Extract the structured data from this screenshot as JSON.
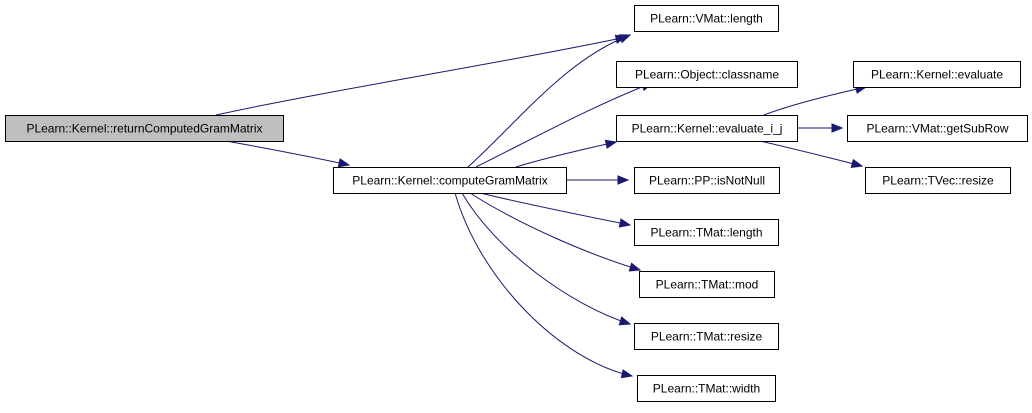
{
  "colors": {
    "edge": "#191970",
    "node_border": "#000000",
    "node_fill": "#ffffff",
    "focus_fill": "#bfbfbf",
    "background": "#ffffff"
  },
  "nodes": [
    {
      "id": "returnComputedGramMatrix",
      "label": "PLearn::Kernel::returnComputedGramMatrix",
      "focus": true
    },
    {
      "id": "computeGramMatrix",
      "label": "PLearn::Kernel::computeGramMatrix"
    },
    {
      "id": "vmat_length",
      "label": "PLearn::VMat::length"
    },
    {
      "id": "object_classname",
      "label": "PLearn::Object::classname"
    },
    {
      "id": "evaluate_i_j",
      "label": "PLearn::Kernel::evaluate_i_j"
    },
    {
      "id": "pp_isNotNull",
      "label": "PLearn::PP::isNotNull"
    },
    {
      "id": "tmat_length",
      "label": "PLearn::TMat::length"
    },
    {
      "id": "tmat_mod",
      "label": "PLearn::TMat::mod"
    },
    {
      "id": "tmat_resize",
      "label": "PLearn::TMat::resize"
    },
    {
      "id": "tmat_width",
      "label": "PLearn::TMat::width"
    },
    {
      "id": "kernel_evaluate",
      "label": "PLearn::Kernel::evaluate"
    },
    {
      "id": "vmat_getSubRow",
      "label": "PLearn::VMat::getSubRow"
    },
    {
      "id": "tvec_resize",
      "label": "PLearn::TVec::resize"
    }
  ],
  "edges": [
    {
      "from": "returnComputedGramMatrix",
      "to": "vmat_length"
    },
    {
      "from": "returnComputedGramMatrix",
      "to": "computeGramMatrix"
    },
    {
      "from": "computeGramMatrix",
      "to": "vmat_length"
    },
    {
      "from": "computeGramMatrix",
      "to": "object_classname"
    },
    {
      "from": "computeGramMatrix",
      "to": "evaluate_i_j"
    },
    {
      "from": "computeGramMatrix",
      "to": "pp_isNotNull"
    },
    {
      "from": "computeGramMatrix",
      "to": "tmat_length"
    },
    {
      "from": "computeGramMatrix",
      "to": "tmat_mod"
    },
    {
      "from": "computeGramMatrix",
      "to": "tmat_resize"
    },
    {
      "from": "computeGramMatrix",
      "to": "tmat_width"
    },
    {
      "from": "evaluate_i_j",
      "to": "kernel_evaluate"
    },
    {
      "from": "evaluate_i_j",
      "to": "vmat_getSubRow"
    },
    {
      "from": "evaluate_i_j",
      "to": "tvec_resize"
    }
  ]
}
